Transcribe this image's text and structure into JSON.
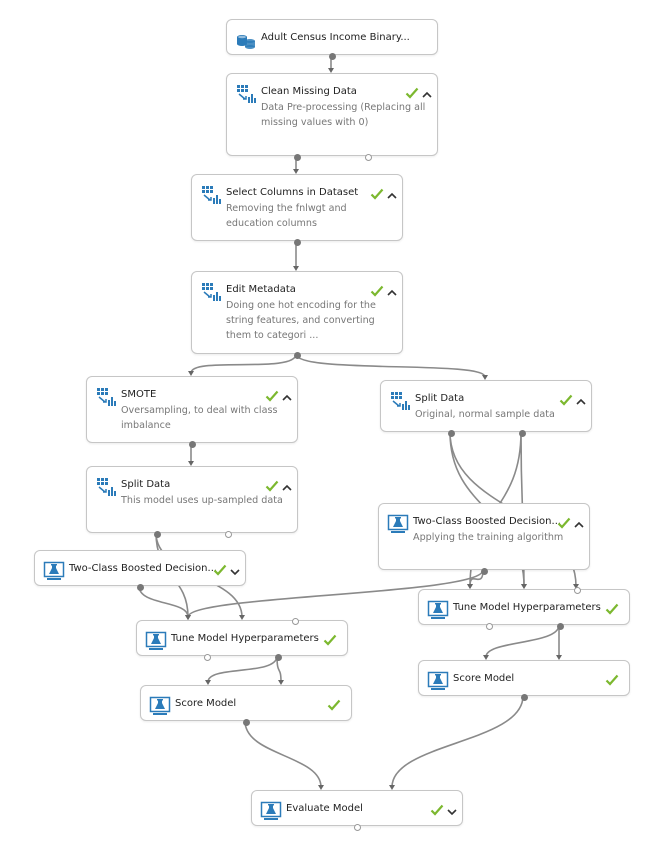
{
  "nodes": [
    {
      "id": "census",
      "title": "Adult Census Income Binary...",
      "subtitle": "",
      "icon": "dataset-icon",
      "status": "",
      "chevron": ""
    },
    {
      "id": "clean",
      "title": "Clean Missing Data",
      "subtitle": "Data Pre-processing (Replacing all missing values with 0)",
      "icon": "module-icon",
      "status": "check",
      "chevron": "up"
    },
    {
      "id": "select",
      "title": "Select Columns in Dataset",
      "subtitle": "Removing the fnlwgt and education columns",
      "icon": "module-icon",
      "status": "check",
      "chevron": "up"
    },
    {
      "id": "edit",
      "title": "Edit Metadata",
      "subtitle": "Doing one hot encoding for the string features, and converting them to categori ...",
      "icon": "module-icon",
      "status": "check",
      "chevron": "up"
    },
    {
      "id": "smote",
      "title": "SMOTE",
      "subtitle": "Oversampling, to deal with class imbalance",
      "icon": "module-icon",
      "status": "check",
      "chevron": "up"
    },
    {
      "id": "split1",
      "title": "Split Data",
      "subtitle": "This model uses up-sampled data",
      "icon": "module-icon",
      "status": "check",
      "chevron": "up"
    },
    {
      "id": "boost1",
      "title": "Two-Class Boosted Decision...",
      "subtitle": "",
      "icon": "flask-icon",
      "status": "check",
      "chevron": "down"
    },
    {
      "id": "tune1",
      "title": "Tune Model Hyperparameters",
      "subtitle": "",
      "icon": "flask-icon",
      "status": "check",
      "chevron": ""
    },
    {
      "id": "score1",
      "title": "Score Model",
      "subtitle": "",
      "icon": "flask-icon",
      "status": "check",
      "chevron": ""
    },
    {
      "id": "split2",
      "title": "Split Data",
      "subtitle": "Original, normal sample data",
      "icon": "module-icon",
      "status": "check",
      "chevron": "up"
    },
    {
      "id": "boost2",
      "title": "Two-Class Boosted Decision...",
      "subtitle": "Applying the training algorithm",
      "icon": "flask-icon",
      "status": "check",
      "chevron": "up"
    },
    {
      "id": "tune2",
      "title": "Tune Model Hyperparameters",
      "subtitle": "",
      "icon": "flask-icon",
      "status": "check",
      "chevron": ""
    },
    {
      "id": "score2",
      "title": "Score Model",
      "subtitle": "",
      "icon": "flask-icon",
      "status": "check",
      "chevron": ""
    },
    {
      "id": "eval",
      "title": "Evaluate Model",
      "subtitle": "",
      "icon": "flask-icon",
      "status": "check",
      "chevron": "down"
    }
  ],
  "colors": {
    "check": "#7cb82f",
    "icon": "#2b7bb9",
    "edge": "#8a8a8a",
    "chevron": "#333333"
  }
}
